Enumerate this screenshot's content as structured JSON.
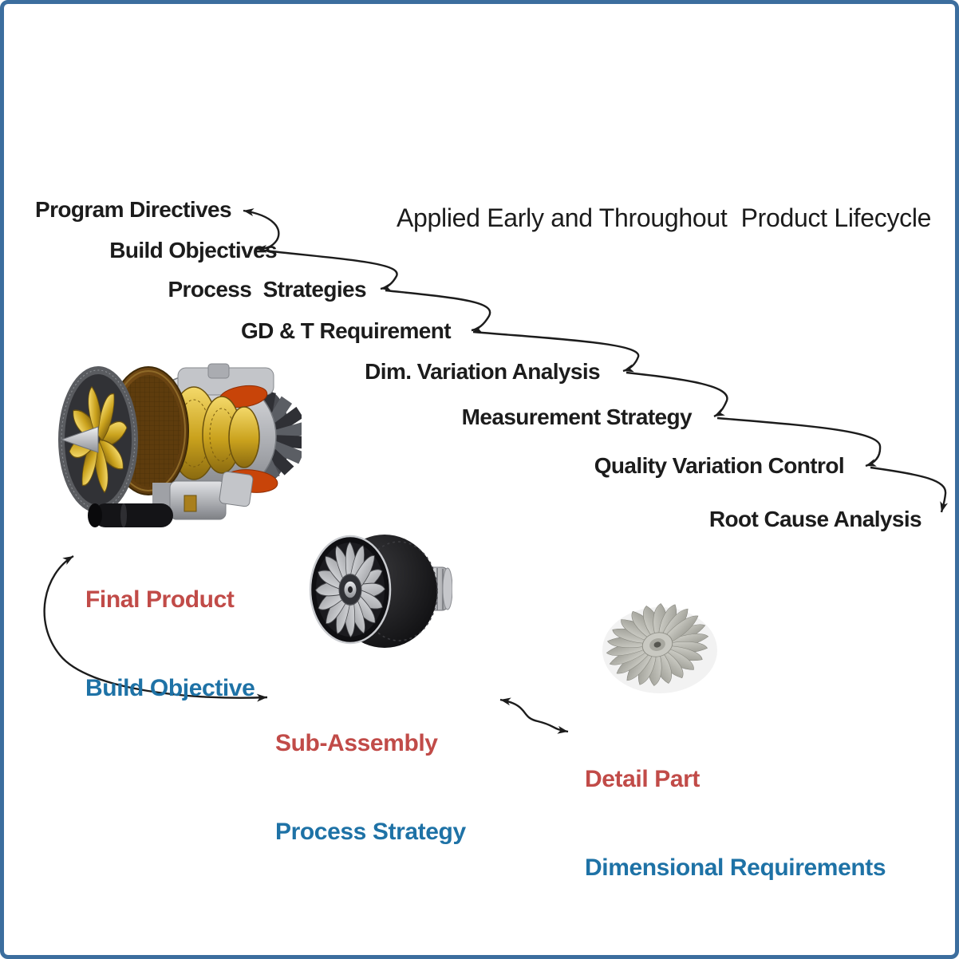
{
  "frame": {
    "border_color": "#3C6E9E",
    "background": "#FFFFFF"
  },
  "title": "Applied Early and Throughout  Product Lifecycle",
  "cascade": {
    "items": [
      {
        "label": "Program Directives"
      },
      {
        "label": "Build Objectives"
      },
      {
        "label": "Process  Strategies"
      },
      {
        "label": "GD & T Requirement"
      },
      {
        "label": "Dim. Variation Analysis"
      },
      {
        "label": "Measurement Strategy"
      },
      {
        "label": "Quality Variation Control"
      },
      {
        "label": "Root Cause Analysis"
      }
    ]
  },
  "products": [
    {
      "title": "Final Product",
      "subtitle": "Build Objective",
      "image": "turbofan-engine-cutaway"
    },
    {
      "title": "Sub-Assembly",
      "subtitle": "Process Strategy",
      "image": "engine-fan-module"
    },
    {
      "title": "Detail Part",
      "subtitle": "Dimensional Requirements",
      "image": "turbine-blisk"
    }
  ],
  "colors": {
    "accent_red": "#C14B48",
    "accent_blue": "#1E72A6",
    "ink": "#1C1C1C",
    "frame": "#3C6E9E"
  }
}
